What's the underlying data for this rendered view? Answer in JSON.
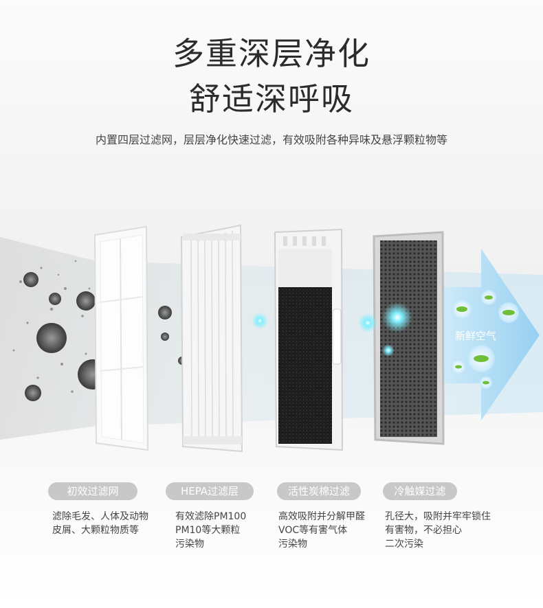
{
  "headline": {
    "line1": "多重深层净化",
    "line2": "舒适深呼吸"
  },
  "subtitle": "内置四层过滤网，层层净化快速过滤，有效吸附各种异味及悬浮颗粒物等",
  "arrow_label": "新鲜空气",
  "colors": {
    "badge_bg": "#c8c8c8",
    "arrow": "#9fd4f2",
    "glow": "#6fe8ff"
  },
  "filters": [
    {
      "name": "初效过滤网",
      "lines": [
        "滤除毛发、人体及动物",
        "皮屑、大颗粒物质等"
      ]
    },
    {
      "name": "HEPA过滤层",
      "lines": [
        "有效滤除PM100",
        "PM10等大颗粒",
        "污染物"
      ]
    },
    {
      "name": "活性炭棉过滤",
      "lines": [
        "高效吸附并分解甲醛",
        "VOC等有害气体",
        "污染物"
      ]
    },
    {
      "name": "冷触媒过滤",
      "lines": [
        "孔径大，吸附并牢牢锁住",
        "有害物，不必担心",
        "二次污染"
      ]
    }
  ]
}
